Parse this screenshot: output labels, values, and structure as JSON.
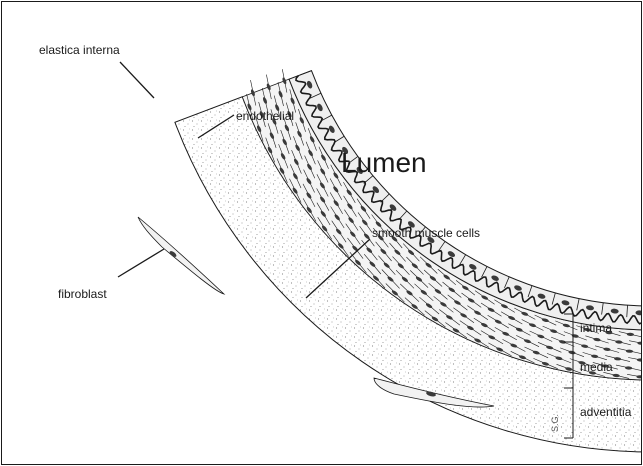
{
  "diagram": {
    "lumen_label": "Lumen",
    "labels": {
      "elastica_interna": "elastica interna",
      "endothelial": "endothelial",
      "smooth_muscle": "smooth muscle cells",
      "fibroblast": "fibroblast"
    },
    "layers": {
      "intima": "intima",
      "media": "media",
      "adventitia": "adventitia"
    },
    "signature": "S.G."
  },
  "colors": {
    "line": "#1a1a1a",
    "cell_fill": "#e9e9e9",
    "nucleus": "#3a3a3a",
    "stipple": "#8a8a8a"
  }
}
